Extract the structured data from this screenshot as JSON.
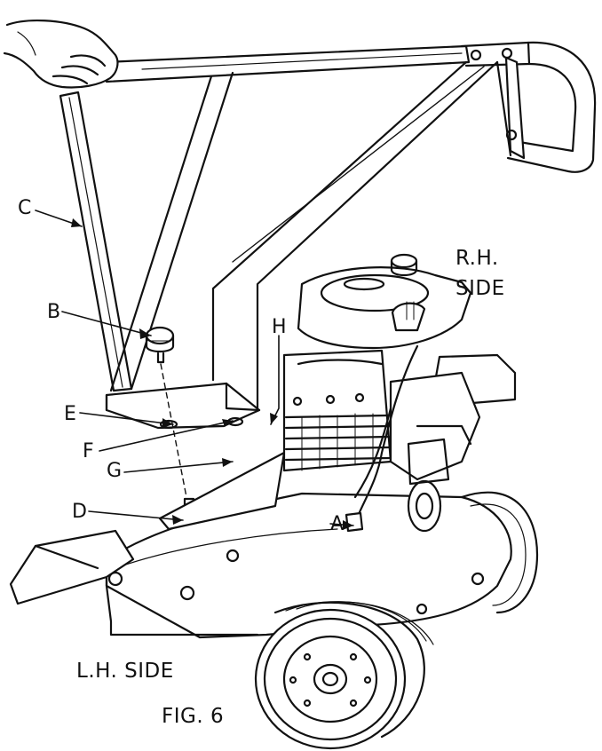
{
  "callouts": {
    "a": "A",
    "b": "B",
    "c": "C",
    "d": "D",
    "e": "E",
    "f": "F",
    "g": "G",
    "h": "H"
  },
  "side_labels": {
    "right_line1": "R.H.",
    "right_line2": "SIDE",
    "left": "L.H. SIDE"
  },
  "caption": "FIG. 6"
}
